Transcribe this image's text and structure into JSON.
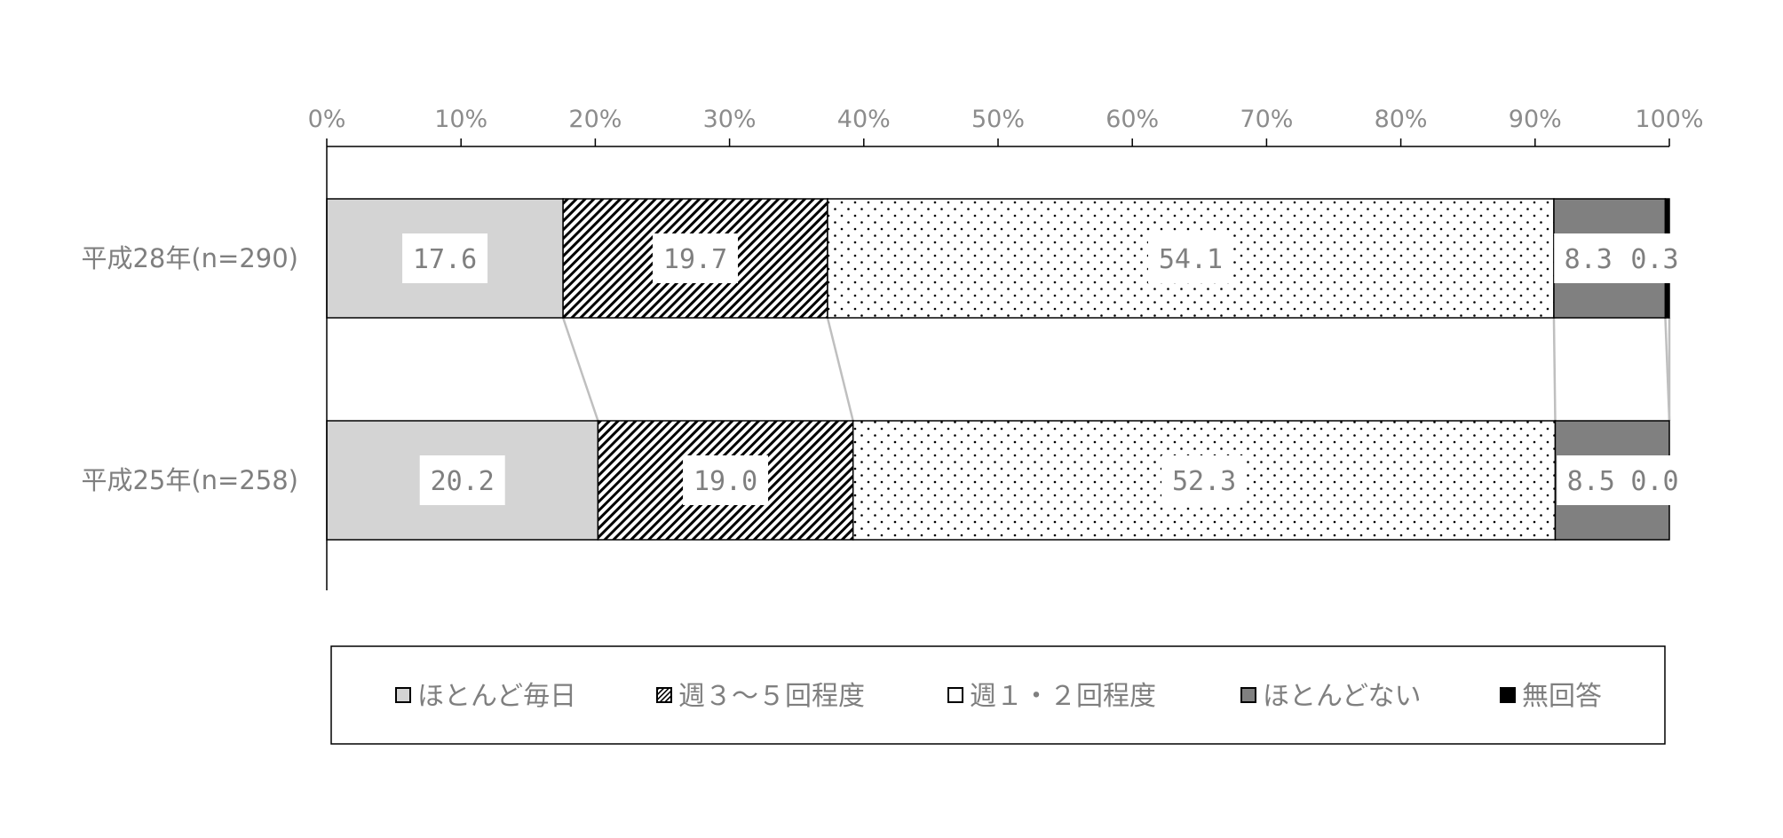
{
  "chart_data": {
    "type": "bar",
    "orientation": "horizontal",
    "stacked": true,
    "percent": true,
    "xlim": [
      0,
      100
    ],
    "x_ticks": [
      "0%",
      "10%",
      "20%",
      "30%",
      "40%",
      "50%",
      "60%",
      "70%",
      "80%",
      "90%",
      "100%"
    ],
    "categories": [
      "平成28年(n=290)",
      "平成25年(n=258)"
    ],
    "series": [
      {
        "name": "ほとんど毎日",
        "values": [
          17.6,
          20.2
        ],
        "labels": [
          "17.6",
          "20.2"
        ],
        "pattern": "solid-light"
      },
      {
        "name": "週３～５回程度",
        "values": [
          19.7,
          19.0
        ],
        "labels": [
          "19.7",
          "19.0"
        ],
        "pattern": "diagonal-hatch"
      },
      {
        "name": "週１・２回程度",
        "values": [
          54.1,
          52.3
        ],
        "labels": [
          "54.1",
          "52.3"
        ],
        "pattern": "dots"
      },
      {
        "name": "ほとんどない",
        "values": [
          8.3,
          8.5
        ],
        "labels": [
          "8.3",
          "8.5"
        ],
        "pattern": "solid-dark"
      },
      {
        "name": "無回答",
        "values": [
          0.3,
          0.0
        ],
        "labels": [
          "0.3",
          "0.0"
        ],
        "pattern": "solid-black"
      }
    ],
    "series_lines": true,
    "legend_position": "bottom",
    "grid": false,
    "colors": {
      "light_fill": "#d4d4d4",
      "dark_fill": "#808080",
      "black_fill": "#000000",
      "connector": "#bfbfbf",
      "text": "#7f7f7f"
    }
  }
}
